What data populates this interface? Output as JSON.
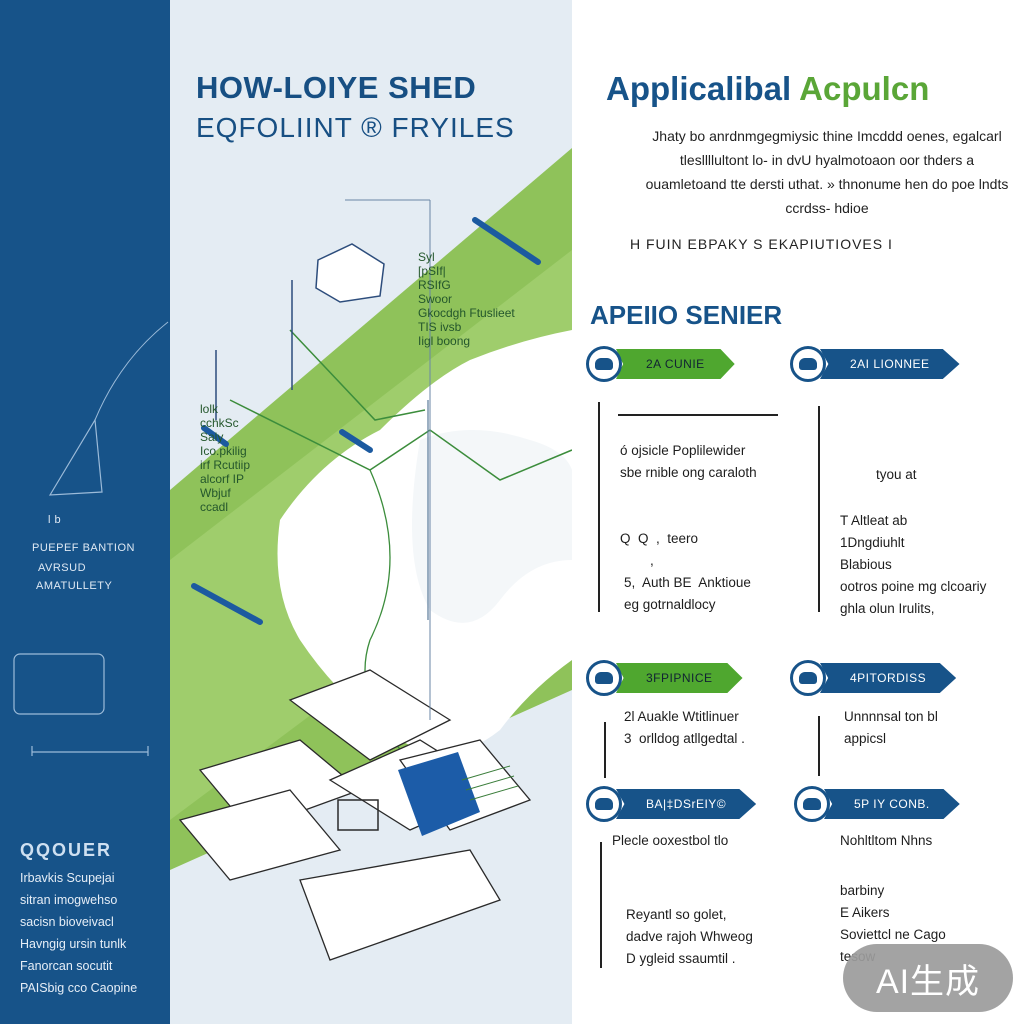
{
  "left": {
    "tiny_mark": "l  b",
    "caption_lines": [
      "PUEPEF BANTION",
      "AVRSUD",
      "AMATULLETY"
    ],
    "list_head": "QQOUER",
    "list_lines": [
      "Irbavkis Scupejai",
      "sitran imogwehso",
      "sacisn bioveivacl",
      "Havngig ursin tunlk",
      "Fanorcan socutit",
      "PAISbig cco Caopine"
    ]
  },
  "middle": {
    "title": "HOW-LOIYE SHED",
    "subtitle": "EQFOLIINT ® FRYILES",
    "labels": [
      "Syl\n[pSIf|\nRSIfG\nSwoor\nGkocdgh Ftuslieet\nTIS ivsb\nIigl boong",
      "lolk\ncchkSc\nSaly\nIco.pkilig\nirf Rcutiip\nalcorf IP\nWbjuf\nccadl"
    ]
  },
  "right": {
    "title_main": "Applicalibal",
    "title_accent": "Acpulcn",
    "paragraph": "Jhaty bo anrdnmgegmiysic thine Imcddd oenes, egalcarl tlesllllultont lo- in dvU hyalmotoaon oor thders a ouamletoand tte dersti uthat. » thnonume hen do poe lndts ccrdss- hdioe",
    "features": "H FUIN EBPAKY S EKAPIUTIOVES I",
    "section": "APEIIO SENIER",
    "chips": [
      {
        "label": "2A CUNIE",
        "color": "green"
      },
      {
        "label": "2AI LIONNEE",
        "color": "blue"
      },
      {
        "label": "3FPIPNICE",
        "color": "green"
      },
      {
        "label": "4PITORDISS",
        "color": "blue"
      },
      {
        "label": "BA|‡DSrEIY©",
        "color": "blue"
      },
      {
        "label": "5P IY CONB.",
        "color": "blue"
      }
    ],
    "cards": {
      "c1_top": "ó ojsicle Poplilewider\nsbe rnible ong caraloth",
      "c1_mid": "Q  Q  ,  teero\n        ,",
      "c1_bot": "5,  Auth BE  Anktioue\neg gotrnaldlocy",
      "c2_top": "tyou at",
      "c2_bot": "T Altleat ab\n1Dngdiuhlt\nBlabious\nootros poine mg clcoariy\nghla olun Irulits,",
      "c3": "2l Auakle Wtitlinuer\n3  orlldog atllgedtal .",
      "c4": "Unnnnsal ton bl\nappicsl",
      "c5_top": "Plecle ooxestbol tlo",
      "c5_bot": "Reyantl so golet,\ndadve rajoh Whweog\nD ygleid ssaumtil .",
      "c6_top": "Nohltltom Nhns",
      "c6_bot": "barbiny\nE Aikers\nSoviettcl ne Cago\ntesow"
    }
  },
  "badge": "AI生成",
  "colors": {
    "blue": "#175389",
    "green": "#4fa72f",
    "pale": "#e4ecf3"
  }
}
